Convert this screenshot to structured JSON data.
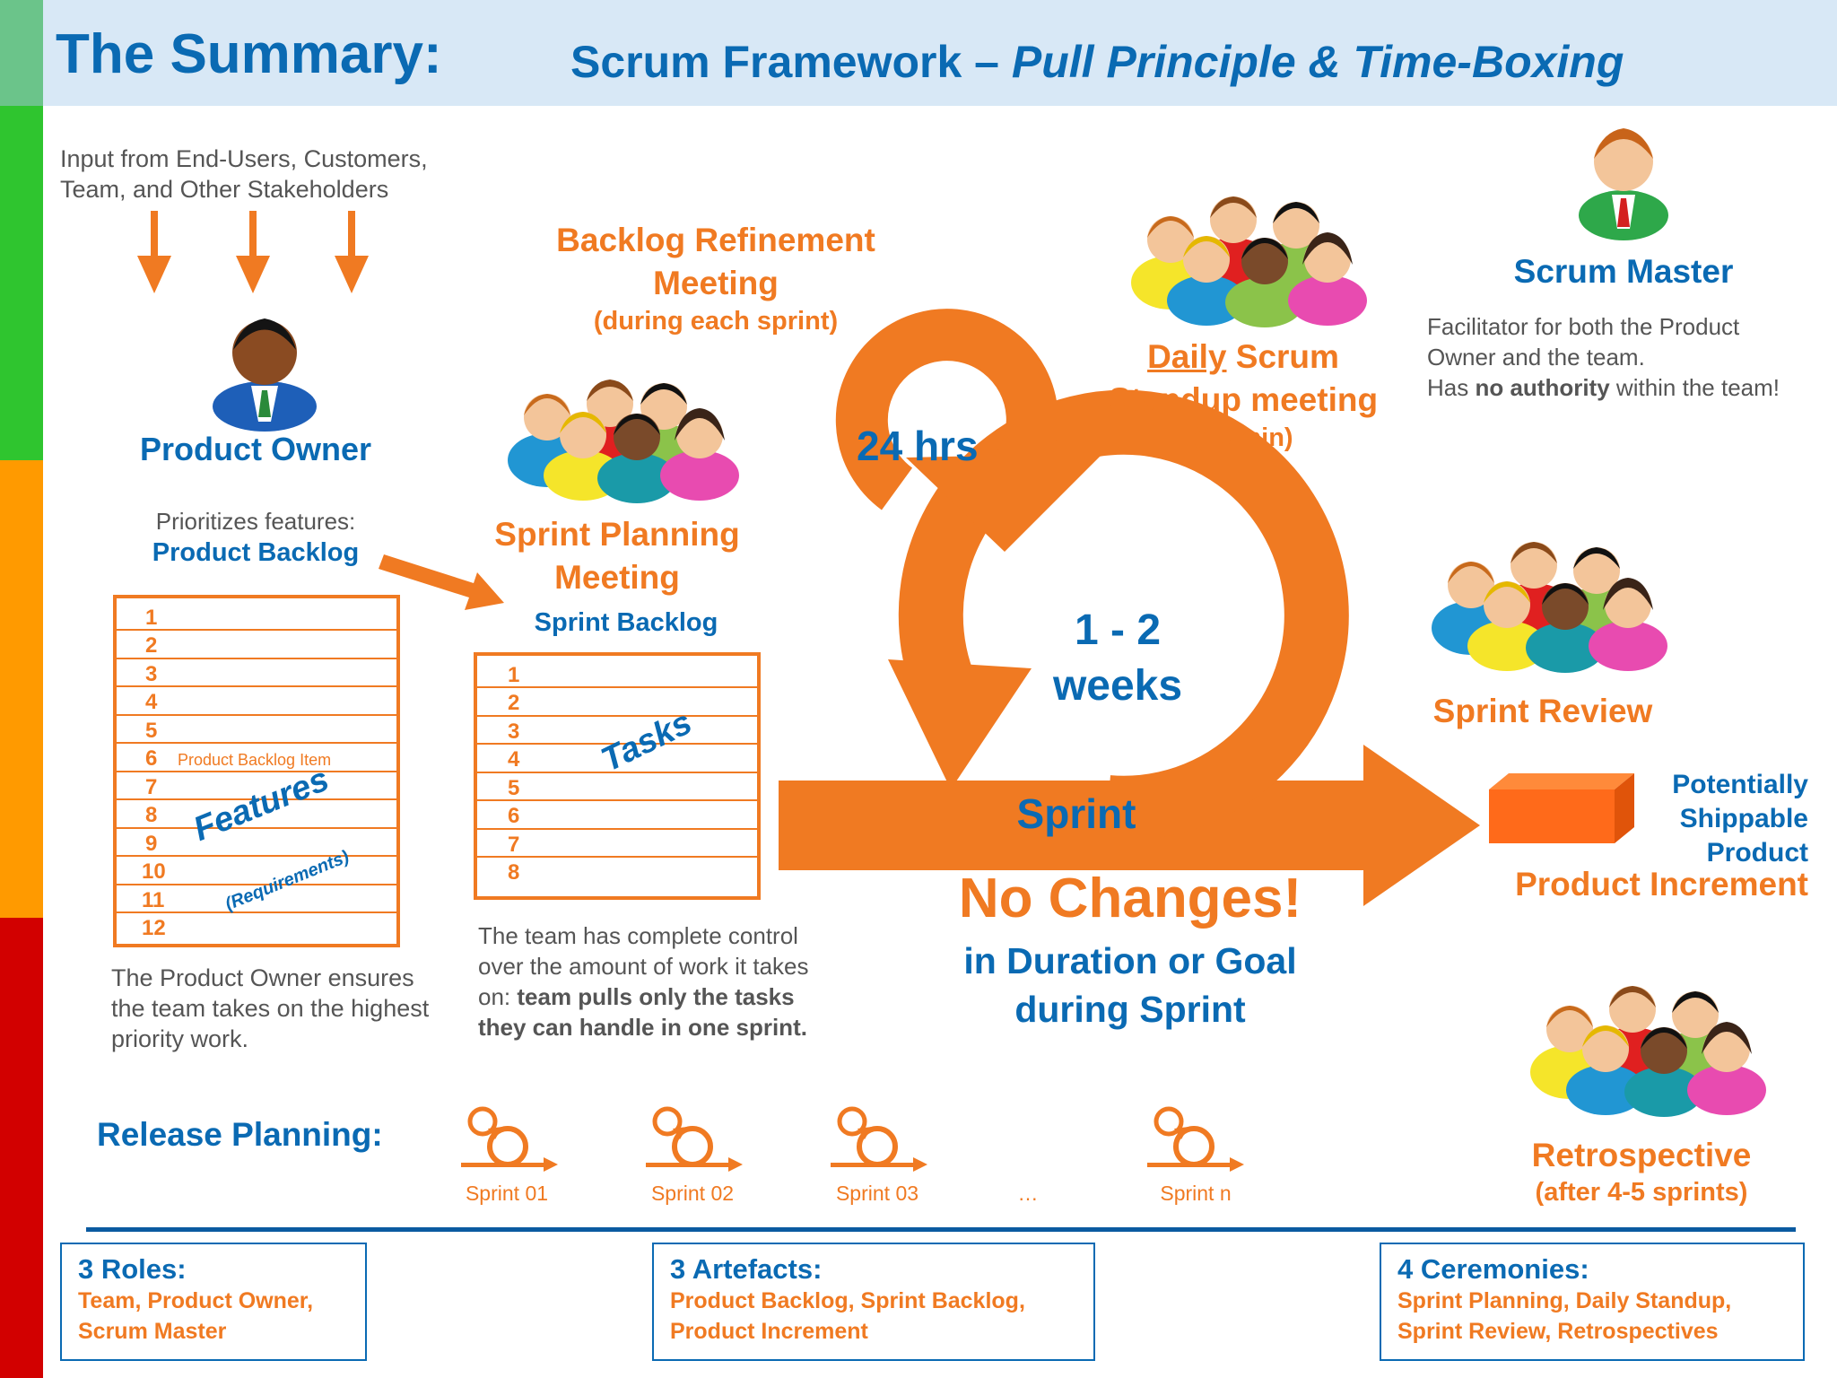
{
  "header": {
    "title": "The Summary:",
    "subtitle_plain": "Scrum Framework – ",
    "subtitle_italic": "Pull Principle & Time-Boxing",
    "bg_color": "#d8e8f6",
    "side_colors": [
      "#6bc48a",
      "#2fc52f",
      "#ff9a00",
      "#d20000"
    ]
  },
  "colors": {
    "blue": "#0a6ab3",
    "orange": "#f07a22",
    "grey": "#555555"
  },
  "input": {
    "line1": "Input from End-Users, Customers,",
    "line2": "Team, and Other Stakeholders"
  },
  "product_owner": {
    "title": "Product Owner",
    "prioritizes": "Prioritizes features:",
    "backlog_title": "Product Backlog",
    "item_numbers": [
      "1",
      "2",
      "3",
      "4",
      "5",
      "6",
      "7",
      "8",
      "9",
      "10",
      "11",
      "12"
    ],
    "item_label": "Product Backlog Item",
    "features": "Features",
    "requirements": "(Requirements)",
    "ensures_line1": "The Product Owner ensures",
    "ensures_line2": "the team takes on the highest",
    "ensures_line3": "priority work."
  },
  "refinement": {
    "line1": "Backlog Refinement",
    "line2": "Meeting",
    "line3": "(during each sprint)"
  },
  "sprint_planning": {
    "line1": "Sprint Planning",
    "line2": "Meeting",
    "backlog_title": "Sprint Backlog",
    "task_numbers": [
      "1",
      "2",
      "3",
      "4",
      "5",
      "6",
      "7",
      "8"
    ],
    "tasks_label": "Tasks",
    "control_line1": "The team has complete control",
    "control_line2": "over the amount of work it takes",
    "control_line3_plain": "on: ",
    "control_line3_bold": "team pulls only the tasks",
    "control_line4": "they can handle in one sprint."
  },
  "cycle": {
    "daily": "24 hrs",
    "duration_line1": "1 - 2",
    "duration_line2": "weeks",
    "sprint": "Sprint"
  },
  "daily_scrum": {
    "daily_word": "Daily",
    "line1_rest": " Scrum",
    "line2": "Standup meeting",
    "line3": "(15 min)"
  },
  "scrum_master": {
    "title": "Scrum Master",
    "line1": "Facilitator for both the Product",
    "line2": "Owner and the team.",
    "line3_plain1": "Has ",
    "line3_bold": "no authority",
    "line3_plain2": " within the team!"
  },
  "sprint_review": {
    "title": "Sprint Review"
  },
  "product": {
    "line1": "Potentially",
    "line2": "Shippable",
    "line3": "Product",
    "increment": "Product Increment"
  },
  "no_changes": {
    "line1": "No Changes!",
    "line2": "in Duration or Goal",
    "line3": "during Sprint"
  },
  "retrospective": {
    "line1": "Retrospective",
    "line2": "(after 4-5 sprints)"
  },
  "release": {
    "title": "Release Planning:",
    "sprints": [
      "Sprint 01",
      "Sprint 02",
      "Sprint 03",
      "Sprint n"
    ],
    "ellipsis": "…"
  },
  "boxes": [
    {
      "title": "3 Roles:",
      "line1": "Team, Product Owner,",
      "line2": "Scrum Master"
    },
    {
      "title": "3 Artefacts:",
      "line1": "Product Backlog, Sprint Backlog,",
      "line2": "Product Increment"
    },
    {
      "title": "4 Ceremonies:",
      "line1": "Sprint Planning, Daily Standup,",
      "line2": "Sprint Review, Retrospectives"
    }
  ]
}
